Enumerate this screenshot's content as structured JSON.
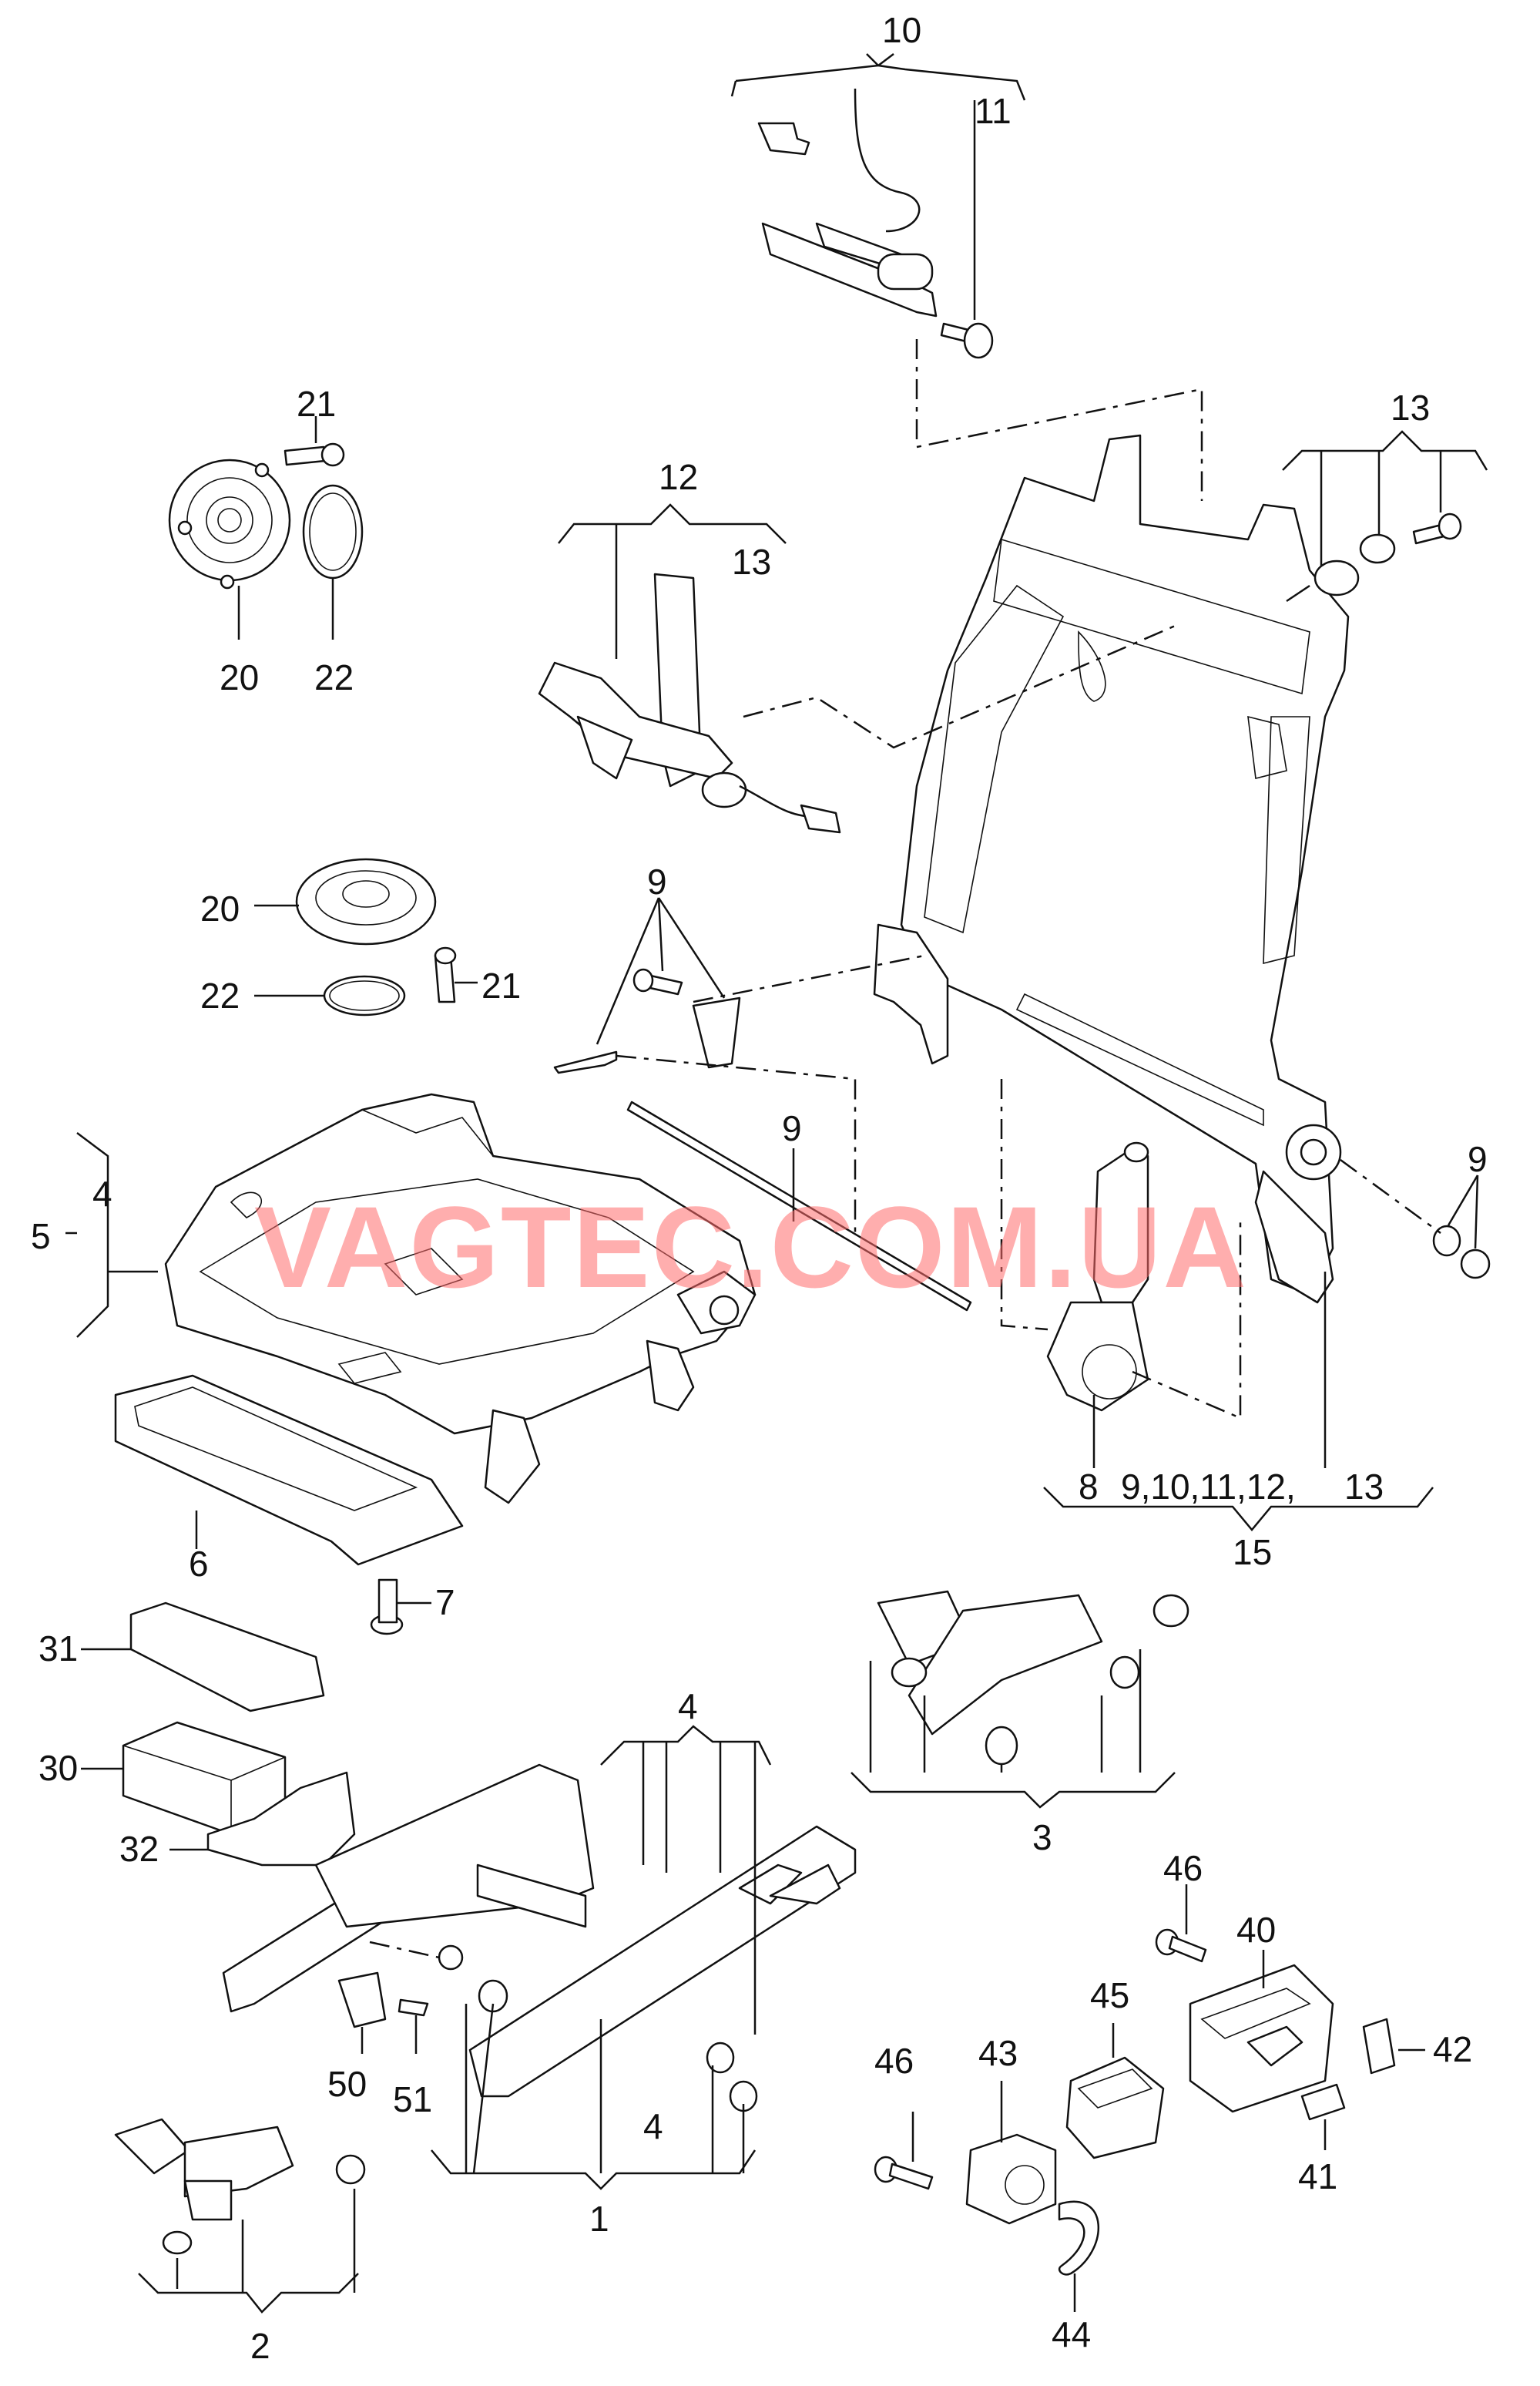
{
  "watermark": "VAGTEC.COM.UA",
  "callouts": {
    "n10_top": "10",
    "n11": "11",
    "n12": "12",
    "n13_a": "13",
    "n13_b": "13",
    "n21_a": "21",
    "n20_a": "20",
    "n22_a": "22",
    "n20_b": "20",
    "n22_b": "22",
    "n21_b": "21",
    "n9_a": "9",
    "n9_b": "9",
    "n9_c": "9",
    "n4_a": "4",
    "n5": "5",
    "n6": "6",
    "n7": "7",
    "n8": "8",
    "n9_list": "9,10,11,12,",
    "n13_c": "13",
    "n15": "15",
    "n31": "31",
    "n30": "30",
    "n32": "32",
    "n4_b": "4",
    "n4_c": "4",
    "n1": "1",
    "n3": "3",
    "n50": "50",
    "n51": "51",
    "n2": "2",
    "n46_a": "46",
    "n40": "40",
    "n45": "45",
    "n43": "43",
    "n46_b": "46",
    "n42": "42",
    "n41": "41",
    "n44": "44"
  },
  "colors": {
    "ink": "#111111",
    "watermark": "#ff6b6b",
    "background": "#ffffff"
  }
}
